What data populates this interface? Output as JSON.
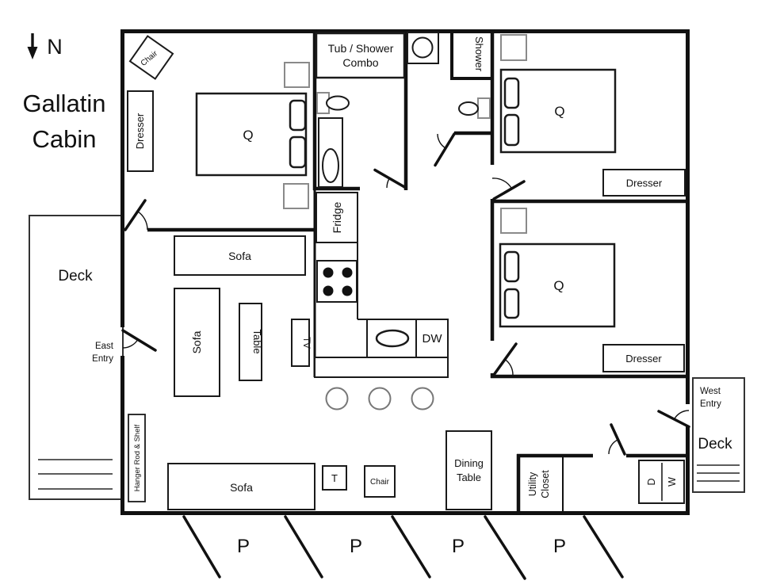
{
  "title": {
    "line1": "Gallatin",
    "line2": "Cabin"
  },
  "compass": {
    "north": "N"
  },
  "bedroom1": {
    "chair": "Chair",
    "dresser": "Dresser",
    "bed": "Q"
  },
  "bathroom1": {
    "tub_line1": "Tub / Shower",
    "tub_line2": "Combo"
  },
  "bathroom2": {
    "shower": "Shower"
  },
  "bedroom2": {
    "bed": "Q",
    "dresser": "Dresser"
  },
  "bedroom3": {
    "bed": "Q",
    "dresser": "Dresser"
  },
  "kitchen": {
    "fridge": "Fridge",
    "dishwasher": "DW"
  },
  "living": {
    "sofa_top": "Sofa",
    "sofa_left": "Sofa",
    "sofa_bottom": "Sofa",
    "table": "Table",
    "tv": "TV",
    "side_table": "T",
    "chair": "Chair",
    "dining_line1": "Dining",
    "dining_line2": "Table",
    "hanger": "Hanger Rod & Shelf"
  },
  "utility": {
    "closet_line1": "Utility",
    "closet_line2": "Closet",
    "washer": "W",
    "dryer": "D"
  },
  "deck_left": {
    "label": "Deck"
  },
  "deck_right": {
    "west_line1": "West",
    "west_line2": "Entry",
    "label": "Deck"
  },
  "east_entry": {
    "line1": "East",
    "line2": "Entry"
  },
  "parking": [
    "P",
    "P",
    "P",
    "P"
  ],
  "colors": {
    "wall": "#111111",
    "furniture": "#1a1a1a",
    "muted": "#8a8a8a",
    "background": "#ffffff"
  }
}
